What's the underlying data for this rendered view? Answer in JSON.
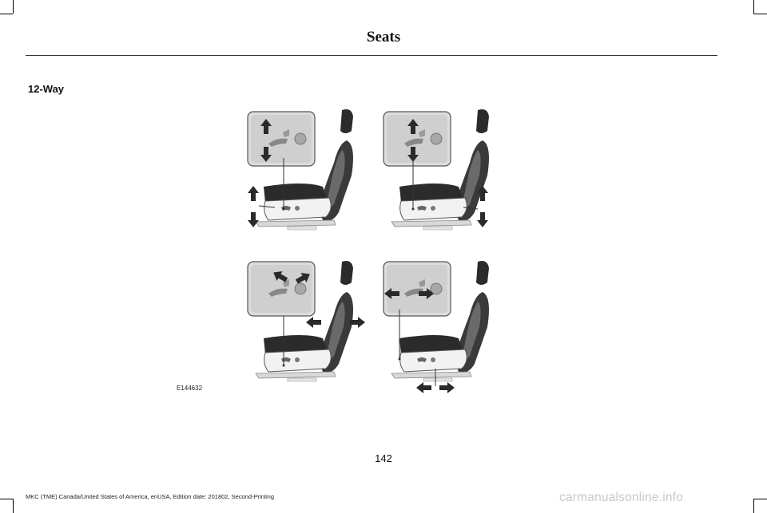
{
  "page": {
    "title": "Seats",
    "subheading": "12-Way",
    "figure_code": "E144632",
    "page_number": "142",
    "footer": "MKC (TME) Canada/United States of America, enUSA, Edition date: 201802, Second-Printing",
    "watermark": "carmanualsonline.info"
  },
  "colors": {
    "arrow": "#2a2a2a",
    "seat": "#2b2b2b",
    "panel": "#dcdcdc",
    "ink": "#111111"
  }
}
